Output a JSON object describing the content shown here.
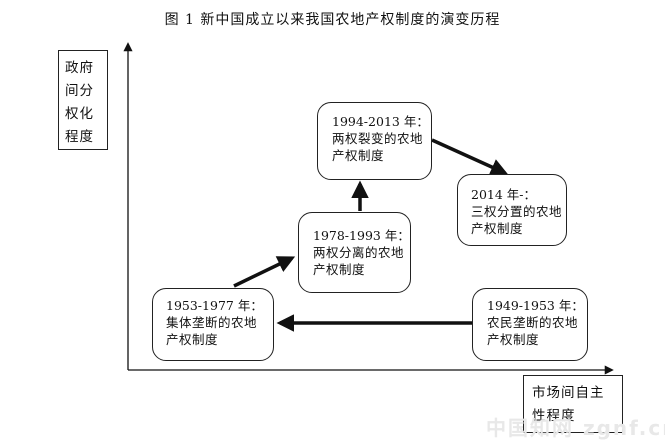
{
  "caption": "图 1    新中国成立以来我国农地产权制度的演变历程",
  "y_axis_label": "政府间分权化程度",
  "x_axis_label": "市场间自主性程度",
  "stages": [
    {
      "years": "1953-1977 年：",
      "desc": "集体垄断的农地产权制度"
    },
    {
      "years": "1978-1993 年：",
      "desc": "两权分离的农地产权制度"
    },
    {
      "years": "1994-2013 年：",
      "desc": "两权裂变的农地产权制度"
    },
    {
      "years": "2014 年-：",
      "desc": "三权分置的农地产权制度"
    },
    {
      "years": "1949-1953 年：",
      "desc": "农民垄断的农地产权制度"
    }
  ],
  "flow": [
    {
      "from": "1949-1953 年",
      "to": "1953-1977 年"
    },
    {
      "from": "1953-1977 年",
      "to": "1978-1993 年"
    },
    {
      "from": "1978-1993 年",
      "to": "1994-2013 年"
    },
    {
      "from": "1994-2013 年",
      "to": "2014 年-"
    }
  ],
  "watermark": "中国知网 zgnf.cn"
}
